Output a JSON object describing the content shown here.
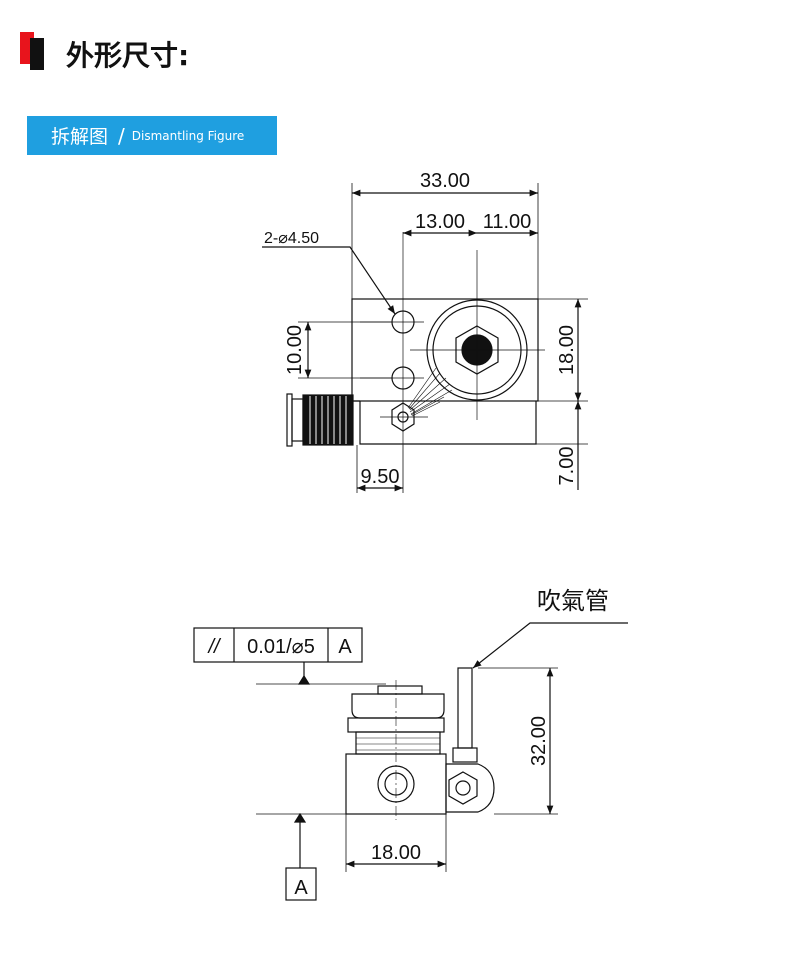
{
  "header": {
    "title": "外形尺寸:"
  },
  "section_tag": {
    "label_cn": "拆解图",
    "slash": "/",
    "label_en": "Dismantling Figure"
  },
  "top_view": {
    "dims": {
      "overall_width": "33.00",
      "offset_a": "13.00",
      "offset_b": "11.00",
      "hole_spec": "2-⌀4.50",
      "hole_pitch": "10.00",
      "body_height": "18.00",
      "lower_height": "7.00",
      "nozzle_offset": "9.50"
    }
  },
  "side_view": {
    "tolerance": {
      "symbol": "//",
      "value": "0.01/⌀5",
      "datum": "A"
    },
    "datum_label": "A",
    "callout": "吹氣管",
    "dims": {
      "height": "32.00",
      "width": "18.00"
    }
  },
  "colors": {
    "accent_red": "#e8141c",
    "tag_blue": "#1f9fe0",
    "line": "#111111"
  }
}
